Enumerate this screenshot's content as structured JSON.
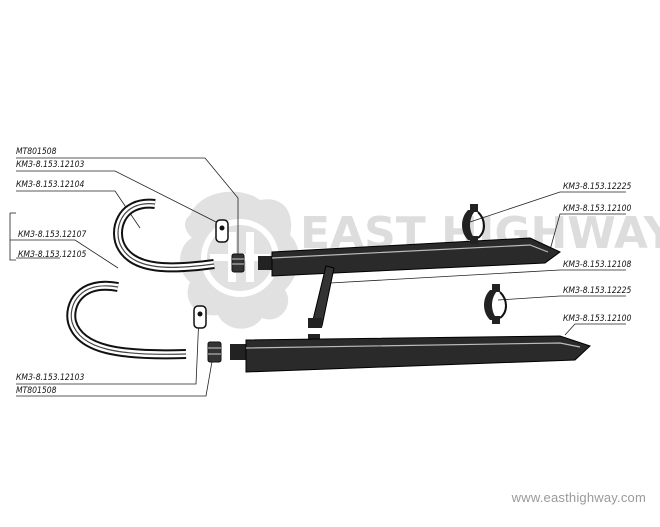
{
  "labels": {
    "mt_top": "MT801508",
    "bracket_a": "КМЗ-8.153.12103",
    "pipe_upper": "КМЗ-8.153.12104",
    "pipe_lower": "КМЗ-8.153.12107",
    "pipe_group": "КМЗ-8.153.12105",
    "bracket_b": "КМЗ-8.153.12103",
    "mt_bottom": "MT801508",
    "clamp_upper": "КМЗ-8.153.12225",
    "muffler_upper": "КМЗ-8.153.12100",
    "adapter": "КМЗ-8.153.12108",
    "clamp_lower": "КМЗ-8.153.12225",
    "muffler_lower": "КМЗ-8.153.12100"
  },
  "watermark": "www.easthighway.com",
  "logo_text": "EAST HIGHWAY"
}
